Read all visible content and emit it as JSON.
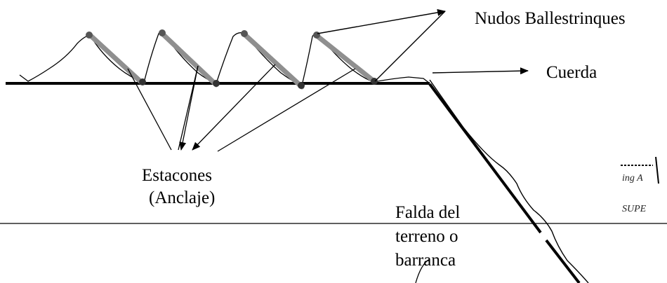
{
  "labels": {
    "nudos": "Nudos Ballestrinques",
    "cuerda": "Cuerda",
    "estacones_1": "Estacones",
    "estacones_2": "(Anclaje)",
    "falda_1": "Falda del",
    "falda_2": "terreno o",
    "falda_3": "barranca"
  },
  "margin_fragments": {
    "line_1": "ing A",
    "line_2": "SUPE"
  },
  "colors": {
    "ink": "#000000",
    "stake": "#8f8f8f",
    "background": "#ffffff"
  }
}
